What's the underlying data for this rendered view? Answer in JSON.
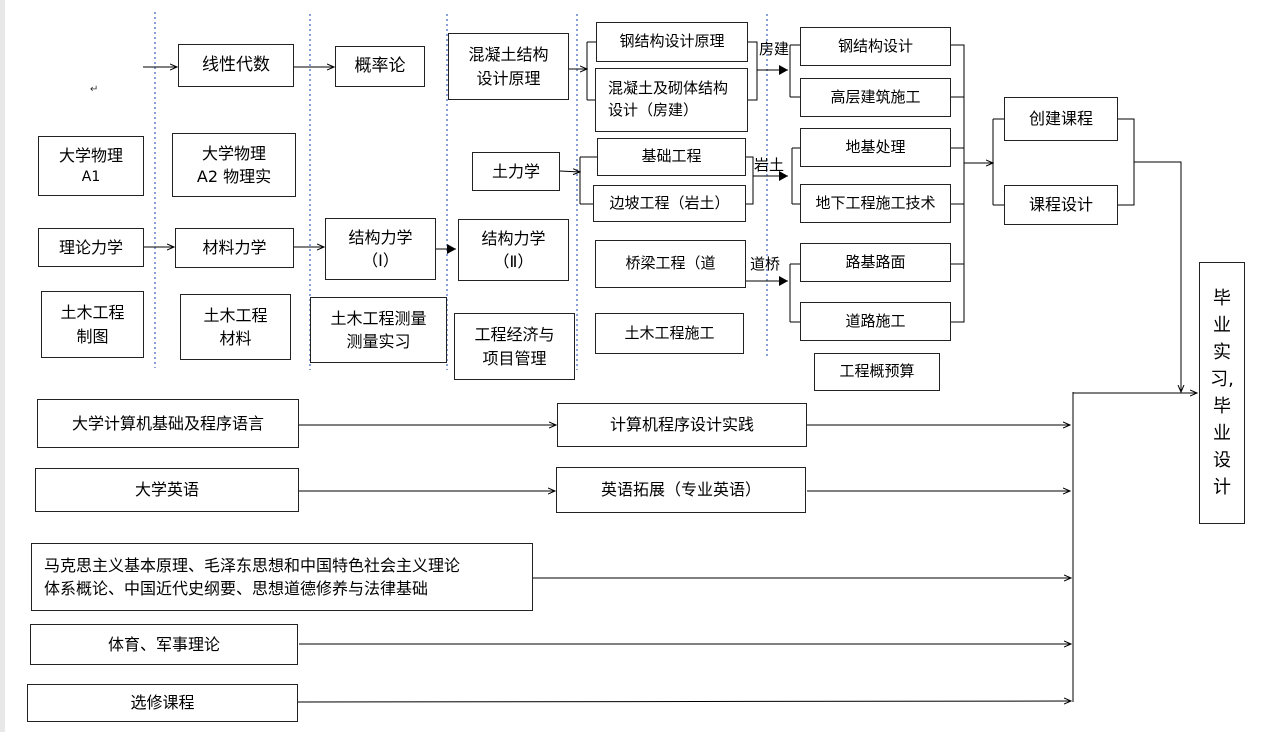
{
  "boxes": {
    "linear_algebra": "线性代数",
    "probability": "概率论",
    "concrete_principle_l1": "混凝土结构",
    "concrete_principle_l2": "设计原理",
    "steel_principle": "钢结构设计原理",
    "concrete_masonry_l1": "混凝土及砌体结构",
    "concrete_masonry_l2": "设计（房建）",
    "steel_design": "钢结构设计",
    "highrise": "高层建筑施工",
    "physics_a1_l1": "大学物理",
    "physics_a1_l2": "A1",
    "physics_a2_l1": "大学物理",
    "physics_a2_l2": "A2 物理实",
    "soil_mechanics": "土力学",
    "foundation_eng": "基础工程",
    "slope_eng": "边坡工程（岩土）",
    "ground_treatment": "地基处理",
    "underground_construction": "地下工程施工技术",
    "course_project": "创建课程",
    "course_design": "课程设计",
    "theoretical_mechanics": "理论力学",
    "material_mechanics": "材料力学",
    "structural_mechanics_1_l1": "结构力学",
    "structural_mechanics_1_l2": "（Ⅰ）",
    "structural_mechanics_2_l1": "结构力学",
    "structural_mechanics_2_l2": "（Ⅱ）",
    "bridge_eng": "桥梁工程（道",
    "subgrade_pavement": "路基路面",
    "road_construction": "道路施工",
    "civil_drawing_l1": "土木工程",
    "civil_drawing_l2": "制图",
    "civil_materials_l1": "土木工程",
    "civil_materials_l2": "材料",
    "surveying_l1": "土木工程测量",
    "surveying_l2": "测量实习",
    "economics_l1": "工程经济与",
    "economics_l2": "项目管理",
    "civil_construction": "土木工程施工",
    "budget": "工程概预算",
    "computer_basics": "大学计算机基础及程序语言",
    "programming_practice": "计算机程序设计实践",
    "college_english": "大学英语",
    "english_extension": "英语拓展（专业英语）",
    "politics_l1": "马克思主义基本原理、毛泽东思想和中国特色社会主义理论",
    "politics_l2": "体系概论、中国近代史纲要、思想道德修养与法律基础",
    "pe_military": "体育、军事理论",
    "electives": "选修课程",
    "graduation": [
      "毕",
      "业",
      "实",
      "习,",
      "毕",
      "业",
      "设",
      "计"
    ]
  },
  "branch_labels": {
    "building": "房建",
    "geotechnical": "岩土",
    "road_bridge": "道桥"
  },
  "para_mark": "↵"
}
